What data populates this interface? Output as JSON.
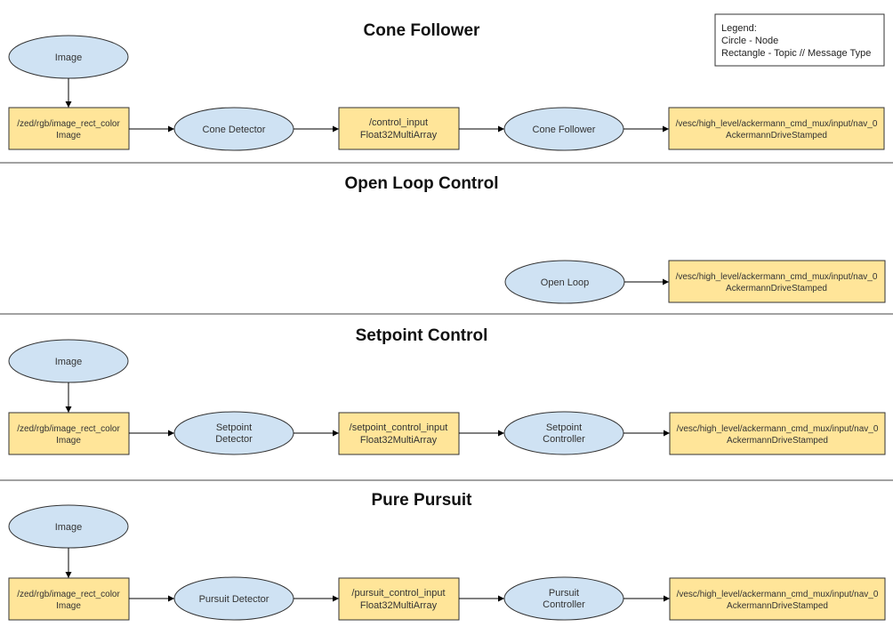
{
  "legend": {
    "lines": [
      "Legend:",
      "Circle - Node",
      "Rectangle - Topic // Message Type"
    ]
  },
  "sections": [
    {
      "title": "Cone Follower",
      "image_node": "Image",
      "topic1": [
        "/zed/rgb/image_rect_color",
        "Image"
      ],
      "detector": [
        "Cone Detector"
      ],
      "topic2": [
        "/control_input",
        "Float32MultiArray"
      ],
      "controller": [
        "Cone Follower"
      ],
      "topic3": [
        "/vesc/high_level/ackermann_cmd_mux/input/nav_0",
        "AckermannDriveStamped"
      ]
    },
    {
      "title": "Open Loop Control",
      "controller": [
        "Open Loop"
      ],
      "topic3": [
        "/vesc/high_level/ackermann_cmd_mux/input/nav_0",
        "AckermannDriveStamped"
      ]
    },
    {
      "title": "Setpoint Control",
      "image_node": "Image",
      "topic1": [
        "/zed/rgb/image_rect_color",
        "Image"
      ],
      "detector": [
        "Setpoint",
        "Detector"
      ],
      "topic2": [
        "/setpoint_control_input",
        "Float32MultiArray"
      ],
      "controller": [
        "Setpoint",
        "Controller"
      ],
      "topic3": [
        "/vesc/high_level/ackermann_cmd_mux/input/nav_0",
        "AckermannDriveStamped"
      ]
    },
    {
      "title": "Pure Pursuit",
      "image_node": "Image",
      "topic1": [
        "/zed/rgb/image_rect_color",
        "Image"
      ],
      "detector": [
        "Pursuit Detector"
      ],
      "topic2": [
        "/pursuit_control_input",
        "Float32MultiArray"
      ],
      "controller": [
        "Pursuit",
        "Controller"
      ],
      "topic3": [
        "/vesc/high_level/ackermann_cmd_mux/input/nav_0",
        "AckermannDriveStamped"
      ]
    }
  ]
}
